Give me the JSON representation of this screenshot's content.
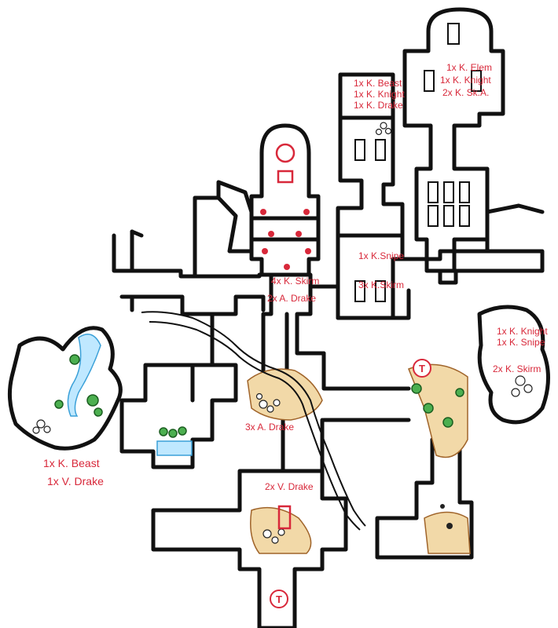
{
  "map": {
    "colors": {
      "ink": "#111111",
      "label_red": "#d8283a",
      "sand": "#f2d9a8",
      "foliage": "#4caf50",
      "water": "#3aa0d8"
    },
    "labels": {
      "tower_right": [
        "1x K. Elem",
        "1x K. Knight",
        "2x K. Sk.A."
      ],
      "tower_mid": [
        "1x K. Beast",
        "1x K. Knight",
        "1x K. Drake"
      ],
      "sniper_room": [
        "1x K.Snipe",
        "3x K.Skirm"
      ],
      "central_hall": [
        "4x K. Skirm",
        "2x A. Drake"
      ],
      "east_cave": [
        "1x K. Knight",
        "1x K. Snipe",
        "2x K. Skirm"
      ],
      "west_cave": [
        "1x K. Beast",
        "1x V. Drake"
      ],
      "sand_room": "3x A. Drake",
      "south_room": "2x V. Drake"
    },
    "traps": [
      "T",
      "T"
    ],
    "icons": [
      "trap-marker-icon",
      "coffin-icon",
      "pillar-icon",
      "bush-icon",
      "rock-icon",
      "water-icon",
      "sand-icon"
    ]
  }
}
